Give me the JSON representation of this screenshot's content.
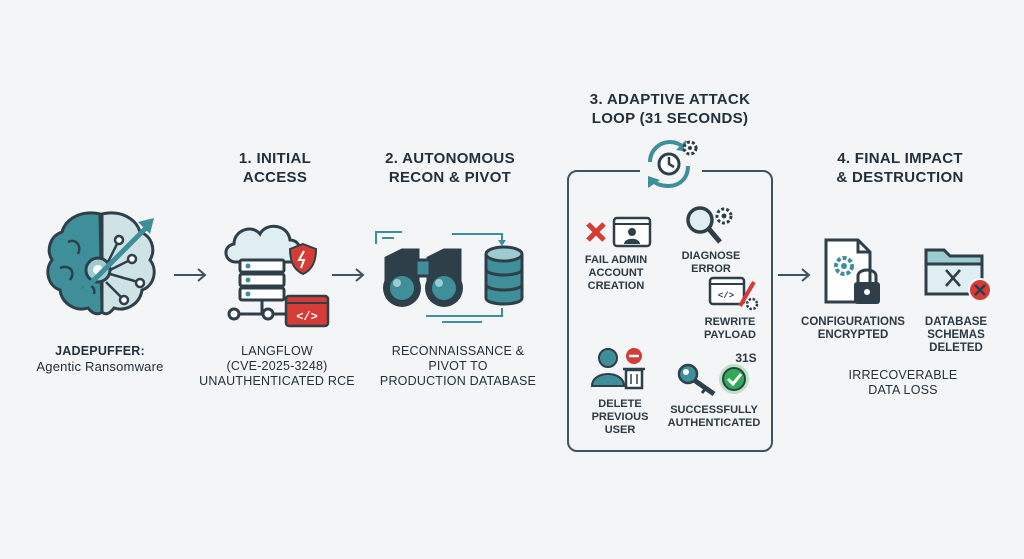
{
  "origin": {
    "name": "JADEPUFFER:",
    "subtitle": "Agentic Ransomware"
  },
  "stages": [
    {
      "title": [
        "1. INITIAL",
        "ACCESS"
      ],
      "caption": [
        "LANGFLOW",
        "(CVE-2025-3248)",
        "UNAUTHENTICATED RCE"
      ]
    },
    {
      "title": [
        "2. AUTONOMOUS",
        "RECON & PIVOT"
      ],
      "caption": [
        "RECONNAISSANCE &",
        "PIVOT TO",
        "PRODUCTION DATABASE"
      ]
    },
    {
      "title": [
        "3. ADAPTIVE ATTACK",
        "LOOP (31 SECONDS)"
      ],
      "steps": {
        "fail": [
          "FAIL ADMIN",
          "ACCOUNT",
          "CREATION"
        ],
        "diagnose": [
          "DIAGNOSE",
          "ERROR"
        ],
        "rewrite": [
          "REWRITE",
          "PAYLOAD"
        ],
        "delete": [
          "DELETE",
          "PREVIOUS",
          "USER"
        ],
        "success": [
          "SUCCESSFULLY",
          "AUTHENTICATED"
        ],
        "timer": "31S"
      }
    },
    {
      "title": [
        "4. FINAL IMPACT",
        "& DESTRUCTION"
      ],
      "encrypted": [
        "CONFIGURATIONS",
        "ENCRYPTED"
      ],
      "deleted": [
        "DATABASE",
        "SCHEMAS",
        "DELETED"
      ],
      "caption": [
        "IRRECOVERABLE",
        "DATA LOSS"
      ]
    }
  ],
  "colors": {
    "teal": "#3e8f9a",
    "dark": "#2f3f4a",
    "red": "#d43c35",
    "green": "#2faa55",
    "light_teal": "#9ccbd0"
  },
  "icons": [
    "brain-icon",
    "cloud-server-icon",
    "shield-alert-icon",
    "code-window-icon",
    "binoculars-icon",
    "database-icon",
    "cycle-gear-icon",
    "fail-admin-icon",
    "magnifier-gear-icon",
    "rewrite-payload-icon",
    "delete-user-icon",
    "key-check-icon",
    "encrypted-file-icon",
    "deleted-folder-icon"
  ]
}
